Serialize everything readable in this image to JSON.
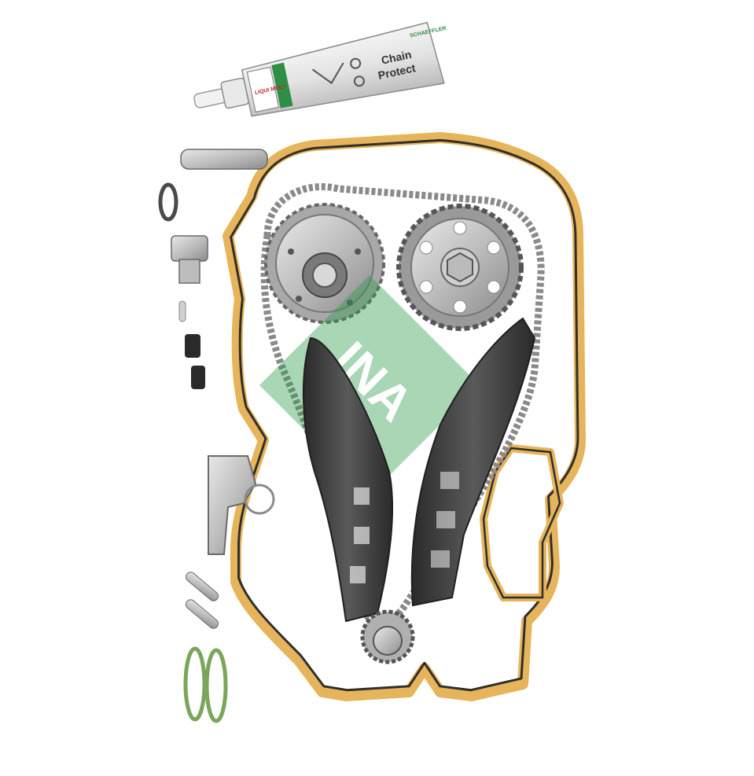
{
  "product_image": {
    "brand_watermark": "INA",
    "tube": {
      "brand": "LIQUI MOLY",
      "series": "SCHAEFFLER",
      "product_line_1": "Chain",
      "product_line_2": "Protect"
    },
    "colors": {
      "gasket": "#e6b45a",
      "gasket_edge": "#c48a2c",
      "seal_bead": "#2e2e2e",
      "chain_metal": "#9a9a9a",
      "guide_dark": "#3c3c3c",
      "sprocket": "#c7c7c7",
      "watermark": "#2e9a4a",
      "oring": "#7aa55a"
    },
    "icons": [
      "timing-chain-icon",
      "camshaft-sprocket-icon",
      "crankshaft-sprocket-icon",
      "chain-tensioner-icon",
      "o-ring-icon",
      "bolt-icon",
      "pin-icon"
    ]
  }
}
